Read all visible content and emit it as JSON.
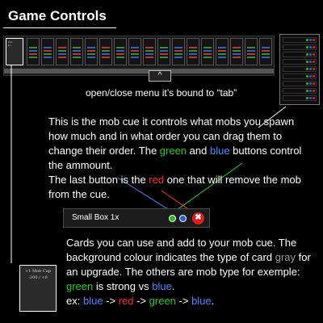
{
  "header": {
    "title": "Game Controls"
  },
  "toggle": {
    "icon": "^",
    "label": "open/close menu it’s bound to “tab”"
  },
  "mob_cue_text": {
    "p1": "This is the mob cue it controls what mobs you spawn how much and in what order you can drag them to change their order. The ",
    "green": "green",
    "p2": " and ",
    "blue": "blue",
    "p3": " buttons control the ammount.",
    "p4": "The last button is the ",
    "red": "red",
    "p5": " one that will remove the mob from the cue."
  },
  "cue_item": {
    "name": "Small Box 1x",
    "remove_icon": "✖"
  },
  "selected_card": {
    "line1": "+1 Mob Cap",
    "line2": "-200 / +0"
  },
  "cards_text": {
    "p1": "Cards you can use and add to your mob cue. The background colour indicates the type of card ",
    "gray": "gray",
    "p2": " for an upgrade. The others are mob type for exemple: ",
    "green": "green",
    "p3": " is strong vs ",
    "blue": "blue",
    "p4": ".",
    "ex": "ex: ",
    "ex_blue1": "blue",
    "arrow1": " -> ",
    "ex_red": "red",
    "arrow2": " -> ",
    "ex_green": "green",
    "arrow3": " -> ",
    "ex_blue2": "blue",
    "end": "."
  },
  "colors": {
    "green": "#22cc22",
    "blue": "#4a86ff",
    "red": "#ff2a2a",
    "gray": "#999999"
  }
}
